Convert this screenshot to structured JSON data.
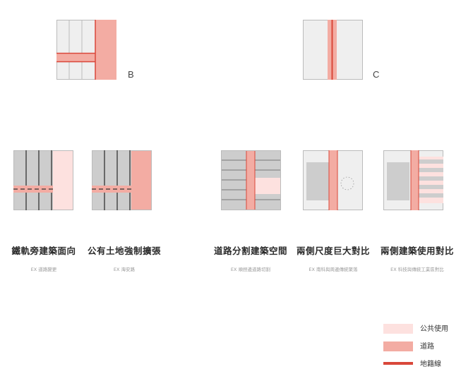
{
  "colors": {
    "public_use": "#fde1df",
    "road": "#f3aca3",
    "cadastral_line": "#d9473a",
    "building": "#cdcdcd",
    "background": "#eeeeee",
    "grid_line": "#333333"
  },
  "top_row": [
    {
      "id": "B",
      "label": "B"
    },
    {
      "id": "C",
      "label": "C"
    }
  ],
  "cases": [
    {
      "title": "鐵軌旁建築面向",
      "example": "EX 道路變更"
    },
    {
      "title": "公有土地強制擴張",
      "example": "EX 海安路"
    },
    {
      "title": "道路分割建築空間",
      "example": "EX 順捏邊道路切割"
    },
    {
      "title": "兩側尺度巨大對比",
      "example": "EX 南科與周邊傳統聚落"
    },
    {
      "title": "兩側建築使用對比",
      "example": "EX 科技與傳統工業區對比"
    }
  ],
  "legend": [
    {
      "key": "public_use",
      "label": "公共使用",
      "icon": "fill-swatch"
    },
    {
      "key": "road",
      "label": "道路",
      "icon": "fill-swatch"
    },
    {
      "key": "cadastral_line",
      "label": "地籍線",
      "icon": "line-swatch"
    }
  ]
}
